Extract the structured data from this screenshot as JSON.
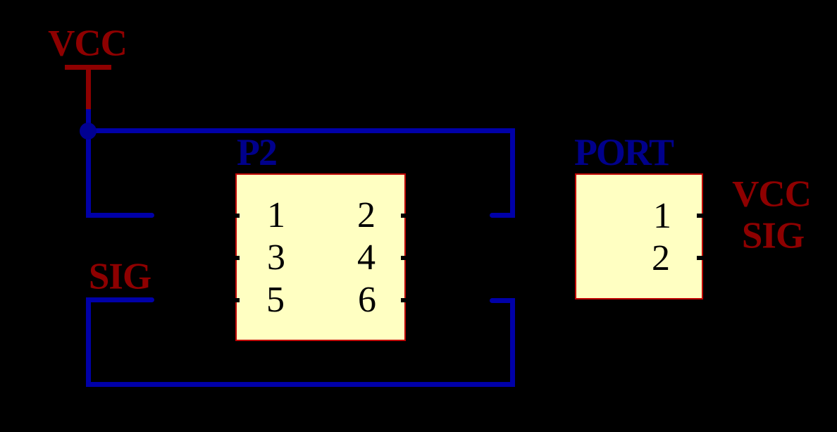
{
  "colors": {
    "background": "#000000",
    "wire_blue": "#0000A8",
    "junction_blue": "#000092",
    "ref_label_blue": "#00008B",
    "net_label_red": "#8E0000",
    "component_fill": "#FFFFC2",
    "component_border": "#BE0000",
    "pin_number_black": "#000000"
  },
  "power_symbol": {
    "label": "VCC"
  },
  "net_labels": {
    "sig_left": "SIG",
    "vcc_right": "VCC",
    "sig_right": "SIG"
  },
  "p2": {
    "ref": "P2",
    "pins_left": [
      "1",
      "3",
      "5"
    ],
    "pins_right": [
      "2",
      "4",
      "6"
    ]
  },
  "port": {
    "ref": "PORT",
    "pins": [
      "1",
      "2"
    ]
  }
}
